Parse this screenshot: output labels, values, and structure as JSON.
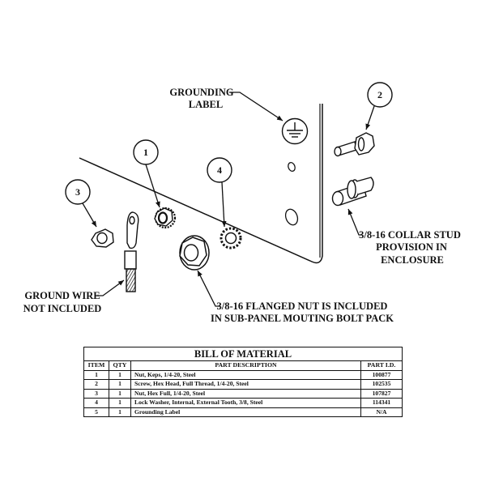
{
  "diagram": {
    "colors": {
      "ink": "#111111",
      "background": "#ffffff"
    },
    "callout_bubbles": [
      {
        "id": "bubble-1",
        "number": "1"
      },
      {
        "id": "bubble-2",
        "number": "2"
      },
      {
        "id": "bubble-3",
        "number": "3"
      },
      {
        "id": "bubble-4",
        "number": "4"
      }
    ],
    "labels": {
      "grounding_label": [
        "GROUNDING",
        "LABEL"
      ],
      "collar_stud": [
        "3/8-16 COLLAR STUD",
        "PROVISION IN",
        "ENCLOSURE"
      ],
      "ground_wire": [
        "GROUND WIRE",
        "NOT INCLUDED"
      ],
      "flanged_nut": [
        "3/8-16 FLANGED NUT IS INCLUDED",
        "IN SUB-PANEL MOUTING BOLT PACK"
      ]
    },
    "symbols": {
      "ground": "protective-earth-ground-symbol"
    }
  },
  "bom": {
    "title": "BILL OF MATERIAL",
    "columns": [
      "ITEM",
      "QTY",
      "PART DESCRIPTION",
      "PART I.D."
    ],
    "rows": [
      {
        "item": "1",
        "qty": "1",
        "description": "Nut, Keps, 1/4-20, Steel",
        "part_id": "100877"
      },
      {
        "item": "2",
        "qty": "1",
        "description": "Screw, Hex Head, Full Thread, 1/4-20, Steel",
        "part_id": "102535"
      },
      {
        "item": "3",
        "qty": "1",
        "description": "Nut, Hex Full, 1/4-20, Steel",
        "part_id": "107827"
      },
      {
        "item": "4",
        "qty": "1",
        "description": "Lock Washer, Internal, External Tooth, 3/8, Steel",
        "part_id": "114341"
      },
      {
        "item": "5",
        "qty": "1",
        "description": "Grounding Label",
        "part_id": "N/A"
      }
    ]
  }
}
